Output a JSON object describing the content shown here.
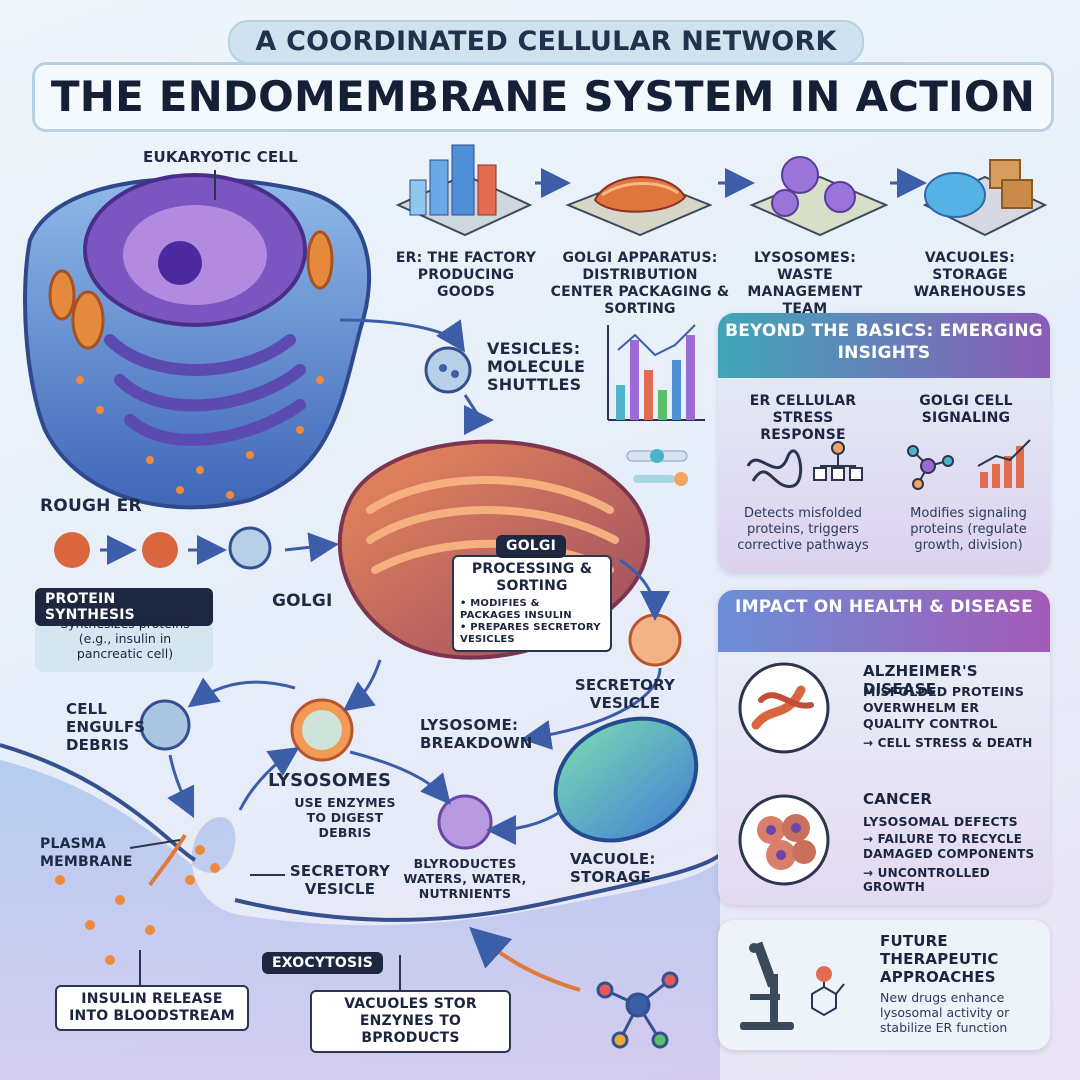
{
  "header": {
    "subtitle": "A COORDINATED CELLULAR NETWORK",
    "title": "THE ENDOMEMBRANE SYSTEM IN ACTION"
  },
  "cell": {
    "eukaryotic_label": "EUKARYOTIC CELL",
    "rough_er_label": "ROUGH ER",
    "golgi_label": "GOLGI",
    "vesicles_label": "VESICLES: MOLECULE SHUTTLES",
    "protein_synthesis": {
      "title": "PROTEIN SYNTHESIS",
      "text": "Synthesizes proteins (e.g., insulin in pancreatic cell)"
    },
    "golgi_box": {
      "tag": "GOLGI",
      "title": "PROCESSING & SORTING",
      "bullet1": "• MODIFIES & PACKAGES INSULIN",
      "bullet2": "• PREPARES SECRETORY VESICLES"
    },
    "secretory_vesicle_1": "SECRETORY VESICLE",
    "lysosome_breakdown": "LYSOSOME: BREAKDOWN",
    "cell_engulfs": "CELL ENGULFS DEBRIS",
    "lysosomes_title": "LYSOSOMES",
    "lysosomes_text": "USE ENZYMES TO DIGEST DEBRIS",
    "byproducts": "BLYRODUCTES WATERS, WATER, NUTRNIENTS",
    "vacuole": "VACUOLE: STORAGE",
    "plasma_membrane": "PLASMA MEMBRANE",
    "secretory_vesicle_2": "SECRETORY VESICLE",
    "exocytosis": "EXOCYTOSIS",
    "insulin_release": "INSULIN RELEASE INTO BLOODSTREAM",
    "vacuoles_store": "VACUOLES STOR ENZYNES TO BPRODUCTS"
  },
  "analogy": [
    {
      "label": "ER: THE FACTORY PRODUCING GOODS",
      "icon": "factory-city-icon"
    },
    {
      "label": "GOLGI APPARATUS: DISTRIBUTION CENTER PACKAGING & SORTING",
      "icon": "distribution-center-icon"
    },
    {
      "label": "LYSOSOMES: WASTE MANAGEMENT TEAM",
      "icon": "waste-management-icon"
    },
    {
      "label": "VACUOLES: STORAGE WAREHOUSES",
      "icon": "warehouse-icon"
    }
  ],
  "beyond": {
    "title": "BEYOND THE BASICS: EMERGING INSIGHTS",
    "col1_title": "ER CELLULAR STRESS RESPONSE",
    "col1_text": "Detects misfolded proteins, triggers corrective pathways",
    "col2_title": "GOLGI CELL SIGNALING",
    "col2_text": "Modifies signaling proteins (regulate growth, division)"
  },
  "impact": {
    "title": "IMPACT ON HEALTH & DISEASE",
    "alz_title": "ALZHEIMER'S DISEASE",
    "alz_text": "MISFOLDED PROTEINS OVERWHELM ER QUALITY CONTROL",
    "alz_result": "→ CELL STRESS & DEATH",
    "cancer_title": "CANCER",
    "cancer_text": "LYSOSOMAL DEFECTS",
    "cancer_r1": "→ FAILURE TO RECYCLE DAMAGED COMPONENTS",
    "cancer_r2": "→ UNCONTROLLED GROWTH"
  },
  "future": {
    "title": "FUTURE THERAPEUTIC APPROACHES",
    "text": "New drugs enhance lysosomal activity or stabilize ER function"
  },
  "colors": {
    "teal": "#3fa6b8",
    "purple": "#8b5cb8",
    "golgi": "#d9663f",
    "membrane": "#6b8fd6"
  }
}
